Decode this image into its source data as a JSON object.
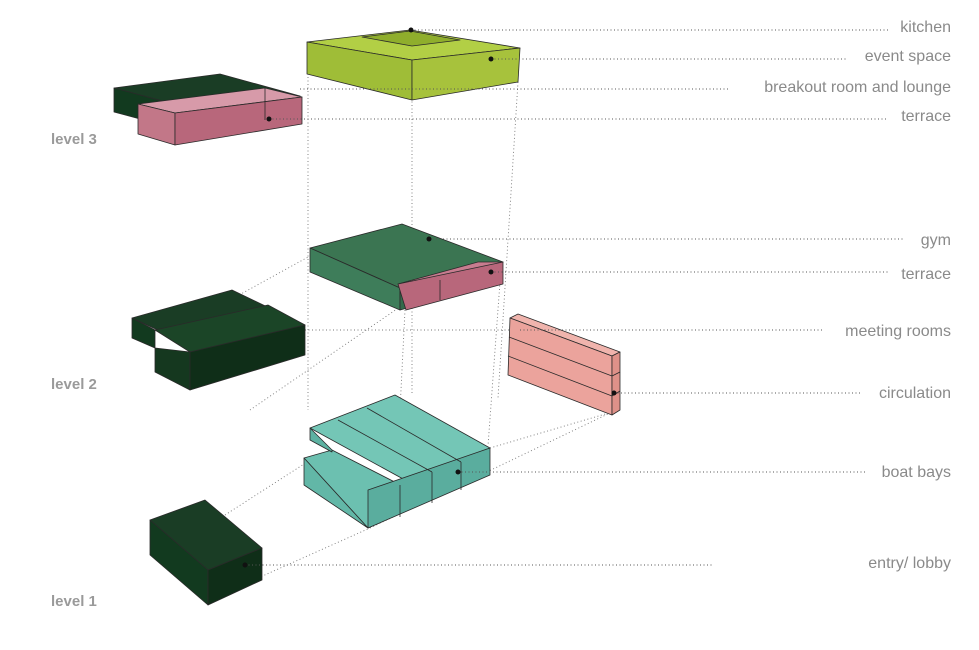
{
  "levels": [
    {
      "label": "level 3"
    },
    {
      "label": "level 2"
    },
    {
      "label": "level 1"
    }
  ],
  "programs": [
    {
      "label": "kitchen"
    },
    {
      "label": "event space"
    },
    {
      "label": "breakout room and lounge"
    },
    {
      "label": "terrace"
    },
    {
      "label": "gym"
    },
    {
      "label": "terrace"
    },
    {
      "label": "meeting rooms"
    },
    {
      "label": "circulation"
    },
    {
      "label": "boat bays"
    },
    {
      "label": "entry/ lobby"
    }
  ],
  "colors": {
    "dark_green": "#123a1f",
    "event_green": "#a4c43a",
    "terrace_pink": "#c9798d",
    "gym_green": "#3e7d5a",
    "circulation_pink": "#eba39c",
    "boat_teal": "#6cc0b0",
    "label_gray": "#8a8a8a"
  }
}
